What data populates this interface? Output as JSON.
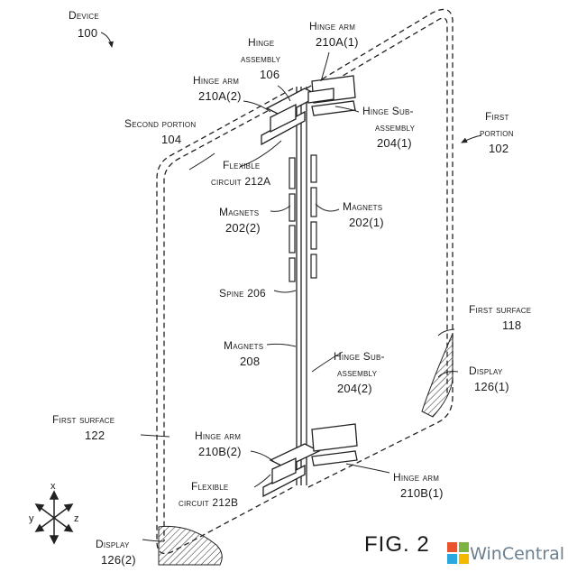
{
  "labels": {
    "device": "Device",
    "device_ref": "100",
    "hinge_assembly_1": "Hinge",
    "hinge_assembly_2": "assembly",
    "hinge_assembly_ref": "106",
    "hinge_arm_210a1": "Hinge arm",
    "hinge_arm_210a1_ref": "210A(1)",
    "hinge_arm_210a2": "Hinge arm",
    "hinge_arm_210a2_ref": "210A(2)",
    "second_portion": "Second portion",
    "second_portion_ref": "104",
    "hinge_sub_1_line1": "Hinge Sub-",
    "hinge_sub_1_line2": "assembly",
    "hinge_sub_1_ref": "204(1)",
    "first_portion_line1": "First",
    "first_portion_line2": "portion",
    "first_portion_ref": "102",
    "flexible_a_line1": "Flexible",
    "flexible_a_line2": "circuit 212A",
    "magnets_202_2": "Magnets",
    "magnets_202_2_ref": "202(2)",
    "magnets_202_1": "Magnets",
    "magnets_202_1_ref": "202(1)",
    "spine": "Spine 206",
    "first_surface_118": "First surface",
    "first_surface_118_ref": "118",
    "magnets_208": "Magnets",
    "magnets_208_ref": "208",
    "hinge_sub_2_line1": "Hinge Sub-",
    "hinge_sub_2_line2": "assembly",
    "hinge_sub_2_ref": "204(2)",
    "display_126_1": "Display",
    "display_126_1_ref": "126(1)",
    "first_surface_122": "First surface",
    "first_surface_122_ref": "122",
    "hinge_arm_210b2": "Hinge arm",
    "hinge_arm_210b2_ref": "210B(2)",
    "flexible_b_line1": "Flexible",
    "flexible_b_line2": "circuit 212B",
    "hinge_arm_210b1": "Hinge arm",
    "hinge_arm_210b1_ref": "210B(1)",
    "display_126_2": "Display",
    "display_126_2_ref": "126(2)",
    "axis_x": "x",
    "axis_y": "y",
    "axis_z": "z"
  },
  "figure_title": "FIG. 2",
  "brand": {
    "name": "WinCentral",
    "colors": [
      "#e8542d",
      "#7cb342",
      "#29a8e0",
      "#f5b800"
    ]
  }
}
